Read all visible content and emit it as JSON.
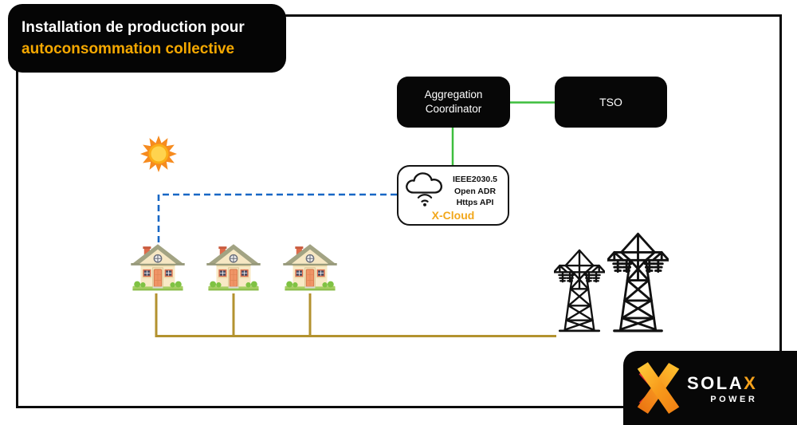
{
  "header": {
    "title_line1": "Installation de production pour",
    "title_line2": "autoconsommation collective"
  },
  "nodes": {
    "aggregation_coordinator": {
      "line1": "Aggregation",
      "line2": "Coordinator"
    },
    "tso": {
      "label": "TSO"
    },
    "xcloud": {
      "protocols": [
        "IEEE2030.5",
        "Open ADR",
        "Https API"
      ],
      "label": "X-Cloud"
    }
  },
  "logo": {
    "name_main": "SOLA",
    "name_x": "X",
    "subtitle": "POWER"
  },
  "icons": {
    "sun": "sun-icon",
    "house": "house-icon",
    "tower": "transmission-tower-icon",
    "cloud": "cloud-wifi-icon",
    "brand_mark": "solax-x-icon"
  },
  "colors": {
    "link_green": "#3DBE3D",
    "link_blue": "#1767C5",
    "power_bus_olive": "#B3922F",
    "brand_amber": "#F5A800",
    "node_black": "#070707"
  }
}
